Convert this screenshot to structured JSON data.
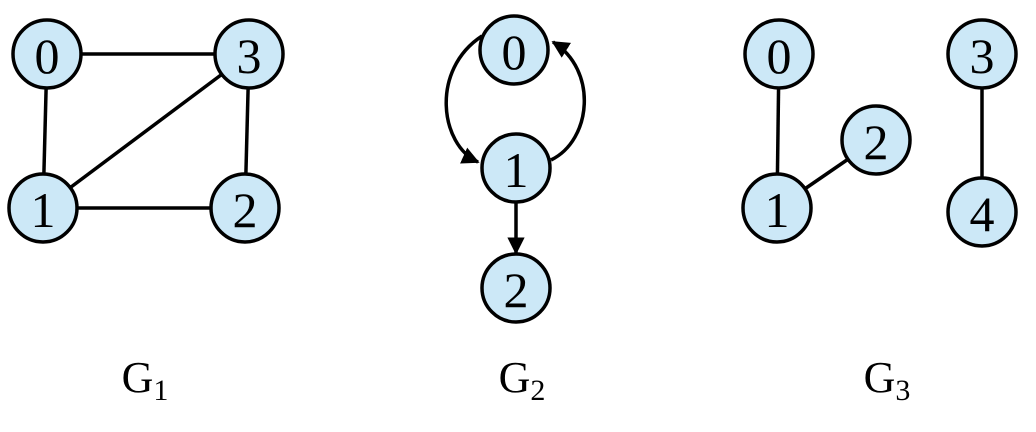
{
  "colors": {
    "node_fill": "#cce8f7",
    "stroke": "#000000"
  },
  "graphs": [
    {
      "name": "g1",
      "caption": "G",
      "caption_sub": "1",
      "directed": false,
      "nodes": [
        "0",
        "1",
        "2",
        "3"
      ],
      "edges": [
        [
          "0",
          "3"
        ],
        [
          "0",
          "1"
        ],
        [
          "1",
          "3"
        ],
        [
          "1",
          "2"
        ],
        [
          "3",
          "2"
        ]
      ]
    },
    {
      "name": "g2",
      "caption": "G",
      "caption_sub": "2",
      "directed": true,
      "nodes": [
        "0",
        "1",
        "2"
      ],
      "edges": [
        [
          "0",
          "1"
        ],
        [
          "1",
          "0"
        ],
        [
          "1",
          "2"
        ]
      ]
    },
    {
      "name": "g3",
      "caption": "G",
      "caption_sub": "3",
      "directed": false,
      "nodes": [
        "0",
        "1",
        "2",
        "3",
        "4"
      ],
      "edges": [
        [
          "0",
          "1"
        ],
        [
          "1",
          "2"
        ],
        [
          "3",
          "4"
        ]
      ]
    }
  ]
}
